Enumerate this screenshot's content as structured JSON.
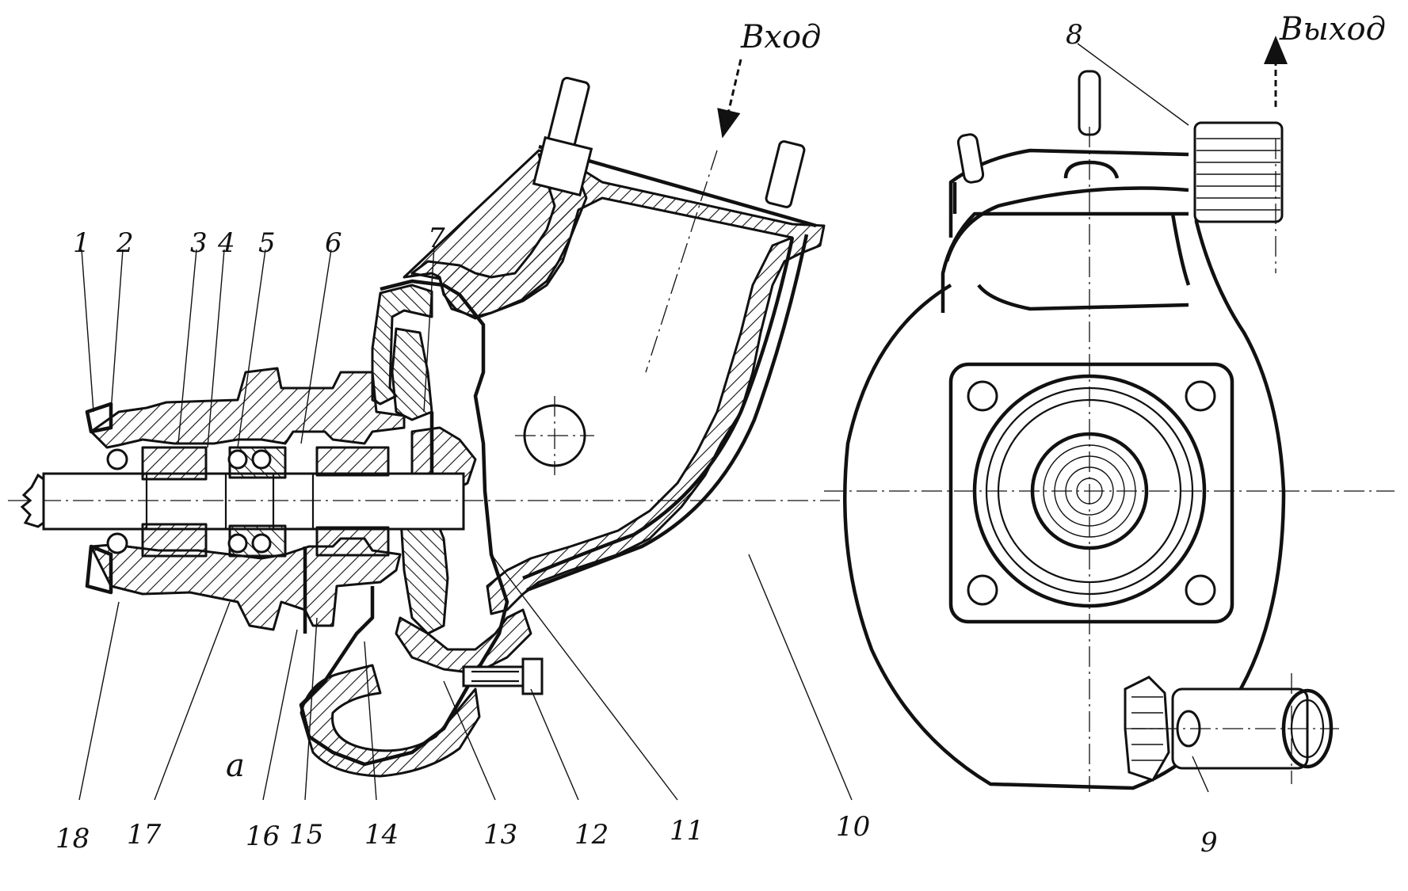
{
  "flow_labels": {
    "inlet": "Вход",
    "outlet": "Выход"
  },
  "detail_label": "a",
  "callouts": [
    "1",
    "2",
    "3",
    "4",
    "5",
    "6",
    "7",
    "8",
    "9",
    "10",
    "11",
    "12",
    "13",
    "14",
    "15",
    "16",
    "17",
    "18"
  ]
}
